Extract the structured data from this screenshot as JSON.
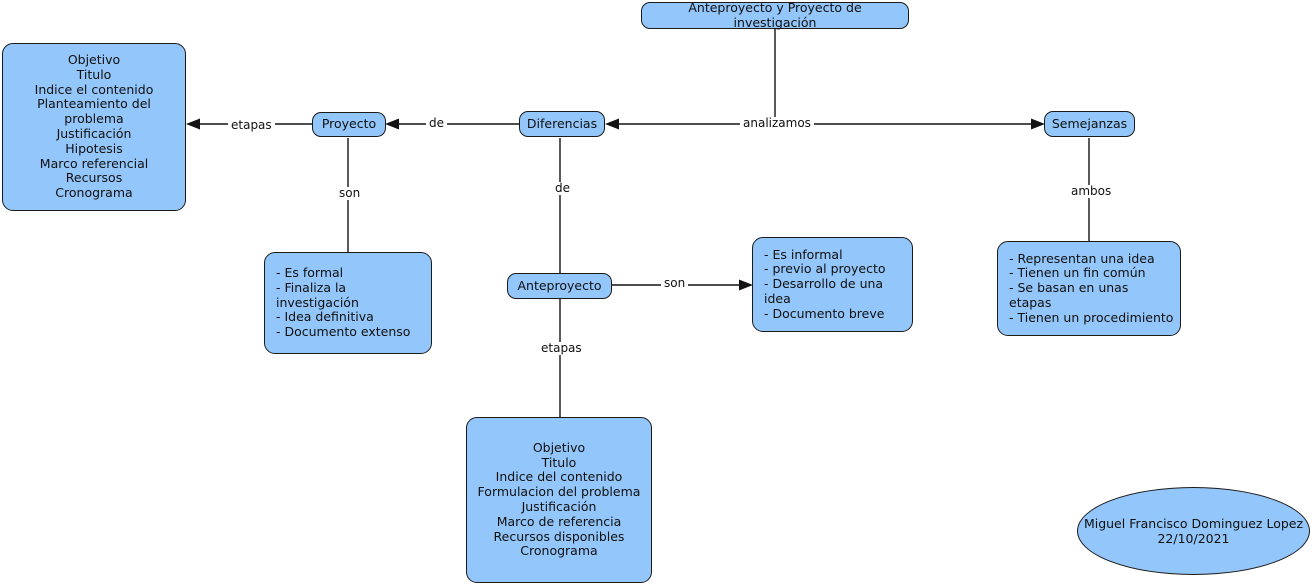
{
  "diagram": {
    "title": "Anteproyecto y Proyecto de investigación",
    "type": "concept-map",
    "colors": {
      "node_fill": "#93c6fa",
      "node_border": "#1b1b1b",
      "line": "#131313",
      "background": "#ffffff",
      "text": "#101010"
    },
    "nodes": {
      "root": {
        "label": "Anteproyecto y Proyecto de investigación"
      },
      "diferencias": {
        "label": "Diferencias"
      },
      "semejanzas": {
        "label": "Semejanzas"
      },
      "proyecto": {
        "label": "Proyecto"
      },
      "anteproyecto": {
        "label": "Anteproyecto"
      },
      "proyecto_etapas": {
        "label": "Objetivo\nTitulo\nIndice el contenido\nPlanteamiento del problema\nJustificación\nHipotesis\nMarco referencial\nRecursos\nCronograma"
      },
      "proyecto_caracteristicas": {
        "label": "- Es formal\n- Finaliza la investigación\n- Idea definitiva\n- Documento extenso"
      },
      "anteproyecto_caracteristicas": {
        "label": "- Es informal\n- previo al proyecto\n- Desarrollo de una idea\n- Documento breve"
      },
      "semejanzas_lista": {
        "label": "- Representan una idea\n- Tienen un fin común\n- Se basan en unas etapas\n- Tienen un procedimiento"
      },
      "anteproyecto_etapas": {
        "label": "Objetivo\nTitulo\nIndice del contenido\nFormulacion del problema\nJustificación\nMarco de referencia\nRecursos disponibles\nCronograma"
      },
      "author": {
        "label": "Miguel Francisco Dominguez Lopez\n22/10/2021"
      }
    },
    "edges": {
      "analizamos": {
        "label": "analizamos"
      },
      "de_proyecto": {
        "label": "de"
      },
      "etapas_proyecto": {
        "label": "etapas"
      },
      "son_proyecto": {
        "label": "son"
      },
      "de_anteproyecto": {
        "label": "de"
      },
      "son_anteproyecto": {
        "label": "son"
      },
      "etapas_anteproyecto": {
        "label": "etapas"
      },
      "ambos_semejanzas": {
        "label": "ambos"
      }
    }
  }
}
